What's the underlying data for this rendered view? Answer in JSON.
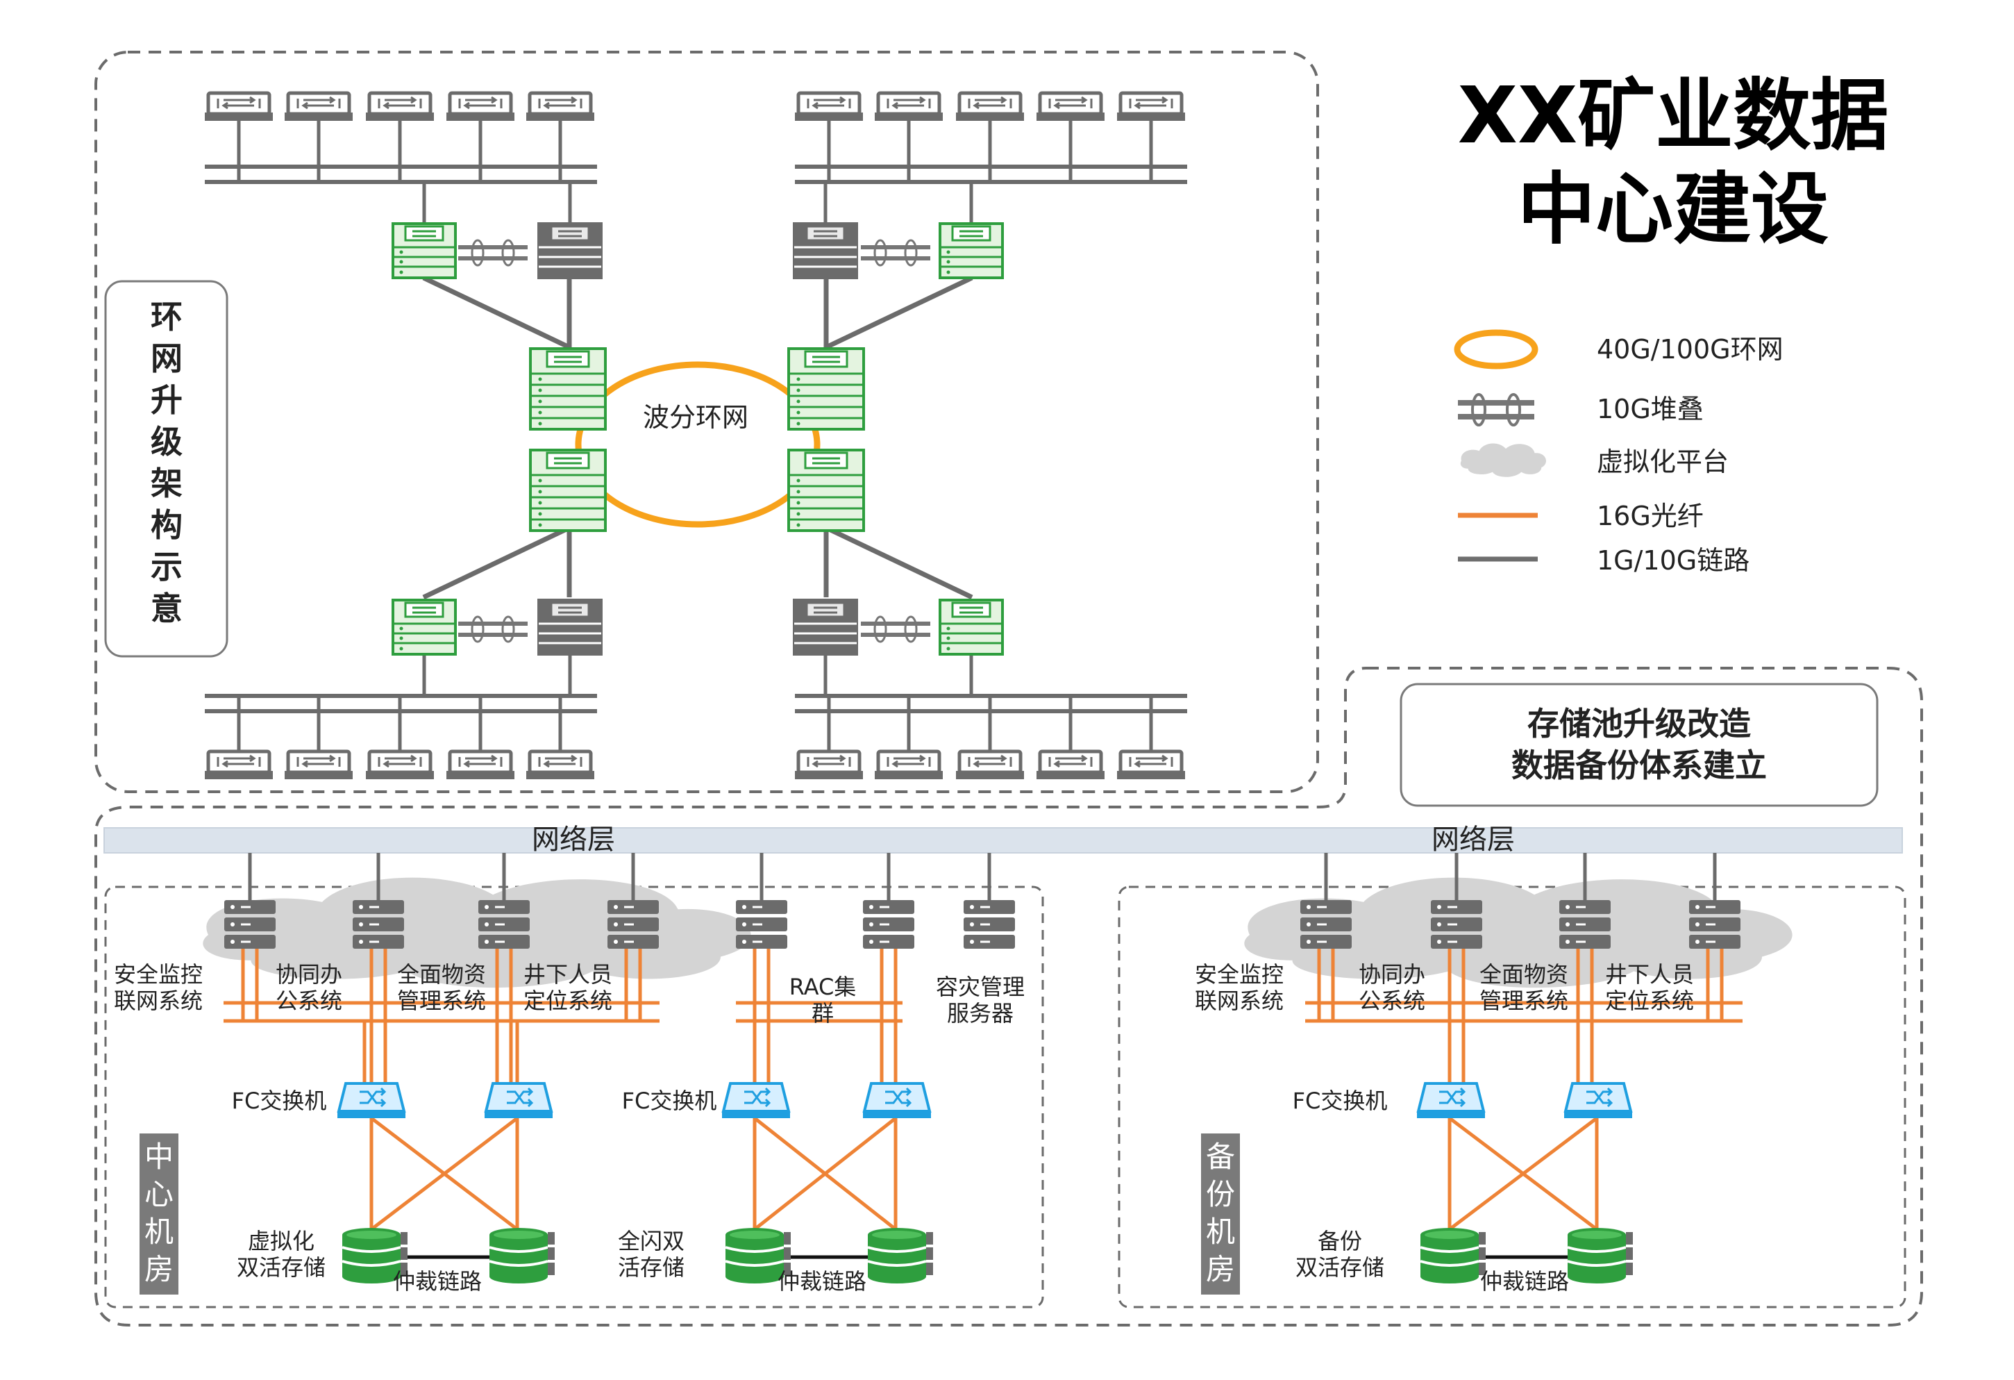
{
  "title": {
    "line1": "XX矿业数据",
    "line2": "中心建设"
  },
  "ring_section": {
    "side_label": [
      "环",
      "网",
      "升",
      "级",
      "架",
      "构",
      "示",
      "意"
    ],
    "ring_label": "波分环网"
  },
  "legend": [
    {
      "key": "ring",
      "label": "40G/100G环网",
      "color": "#f7a21b"
    },
    {
      "key": "stack",
      "label": "10G堆叠",
      "color": "#767676"
    },
    {
      "key": "cloud",
      "label": "虚拟化平台",
      "color": "#d4d4d4"
    },
    {
      "key": "fiber",
      "label": "16G光纤",
      "color": "#ee8336"
    },
    {
      "key": "link",
      "label": "1G/10G链路",
      "color": "#6e6e6e"
    }
  ],
  "storage_box": {
    "line1": "存储池升级改造",
    "line2": "数据备份体系建立"
  },
  "network_layer": {
    "left": "网络层",
    "right": "网络层"
  },
  "center_room": {
    "vertical_label": [
      "中",
      "心",
      "机",
      "房"
    ],
    "systems": [
      {
        "line1": "安全监控",
        "line2": "联网系统"
      },
      {
        "line1": "协同办",
        "line2": "公系统"
      },
      {
        "line1": "全面物资",
        "line2": "管理系统"
      },
      {
        "line1": "井下人员",
        "line2": "定位系统"
      }
    ],
    "rac": {
      "line1": "RAC集",
      "line2": "群"
    },
    "dr_server": {
      "line1": "容灾管理",
      "line2": "服务器"
    },
    "fc_left": "FC交换机",
    "fc_mid": "FC交换机",
    "storage_left": {
      "line1": "虚拟化",
      "line2": "双活存储"
    },
    "storage_mid": {
      "line1": "全闪双",
      "line2": "活存储"
    },
    "arb_left": "仲裁链路",
    "arb_mid": "仲裁链路"
  },
  "backup_room": {
    "vertical_label": [
      "备",
      "份",
      "机",
      "房"
    ],
    "systems": [
      {
        "line1": "安全监控",
        "line2": "联网系统"
      },
      {
        "line1": "协同办",
        "line2": "公系统"
      },
      {
        "line1": "全面物资",
        "line2": "管理系统"
      },
      {
        "line1": "井下人员",
        "line2": "定位系统"
      }
    ],
    "fc": "FC交换机",
    "storage": {
      "line1": "备份",
      "line2": "双活存储"
    },
    "arb": "仲裁链路"
  },
  "colors": {
    "green": "#2e9e3e",
    "green_fill": "#dff2dc",
    "gray": "#6b6b6b",
    "orange": "#ee8336",
    "ring": "#f7a21b",
    "blue": "#1f9fe0",
    "blue_fill": "#d6efff"
  }
}
